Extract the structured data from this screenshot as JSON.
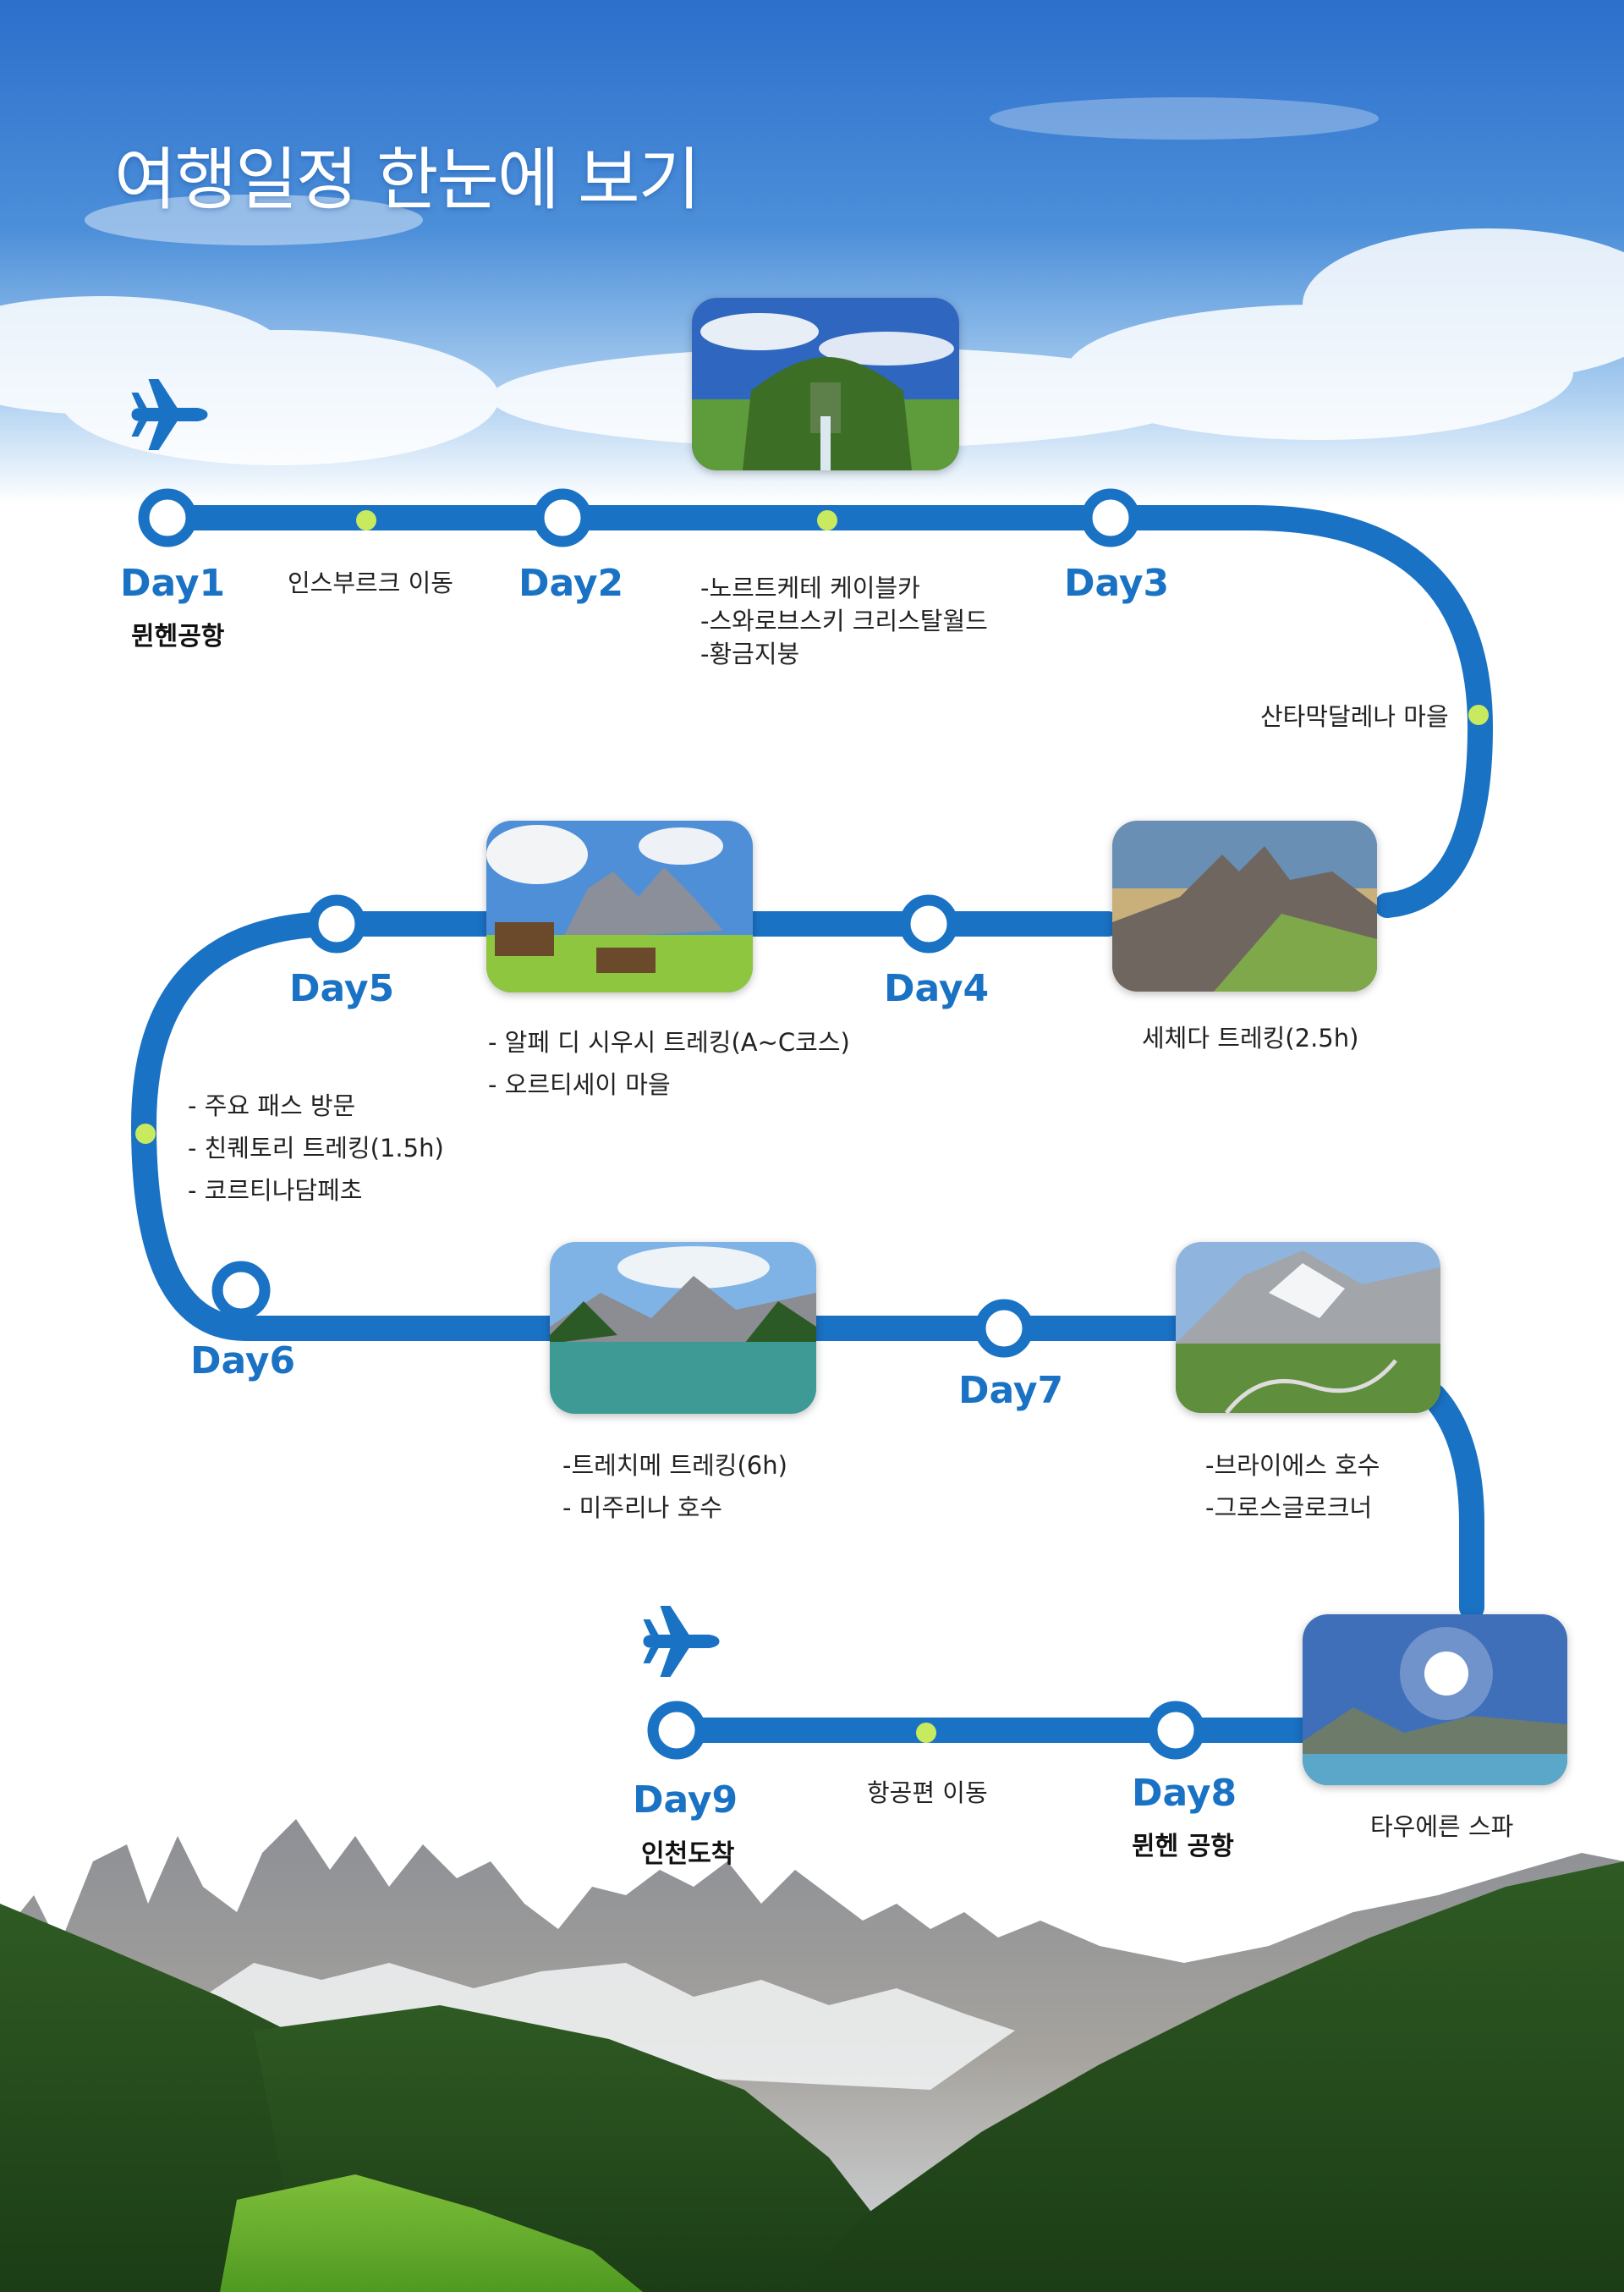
{
  "title": "여행일정 한눈에 보기",
  "colors": {
    "route": "#1a72c4",
    "dot": "#c8ea5f",
    "sky_top": "#2f74cf",
    "sky_light": "#dfeefb"
  },
  "icons": [
    "airplane-icon"
  ],
  "stops": [
    {
      "day": "Day1",
      "sub": "뮌헨공항"
    },
    {
      "day": "Day2"
    },
    {
      "day": "Day3"
    },
    {
      "day": "Day4"
    },
    {
      "day": "Day5"
    },
    {
      "day": "Day6"
    },
    {
      "day": "Day7"
    },
    {
      "day": "Day8",
      "sub": "뮌헨 공항"
    },
    {
      "day": "Day9",
      "sub": "인천도착"
    }
  ],
  "activities": {
    "innsbruck_move": "인스부르크 이동",
    "day2": [
      "-노르트케테 케이블카",
      "-스와로브스키 크리스탈월드",
      "-황금지붕"
    ],
    "santa_maddalena": "산타막달레나 마을",
    "seceda": "세체다 트레킹(2.5h)",
    "day5": [
      "- 알페 디 시우시  트레킹(A~C코스)",
      "- 오르티세이 마을"
    ],
    "day5_6": [
      "- 주요 패스 방문",
      "- 친퀘토리 트레킹(1.5h)",
      "- 코르티나담페초"
    ],
    "day6": [
      "-트레치메 트레킹(6h)",
      "- 미주리나 호수"
    ],
    "day7": [
      "-브라이에스 호수",
      "-그로스글로크너"
    ],
    "spa": "타우에른 스파",
    "flight": "항공편 이동"
  }
}
